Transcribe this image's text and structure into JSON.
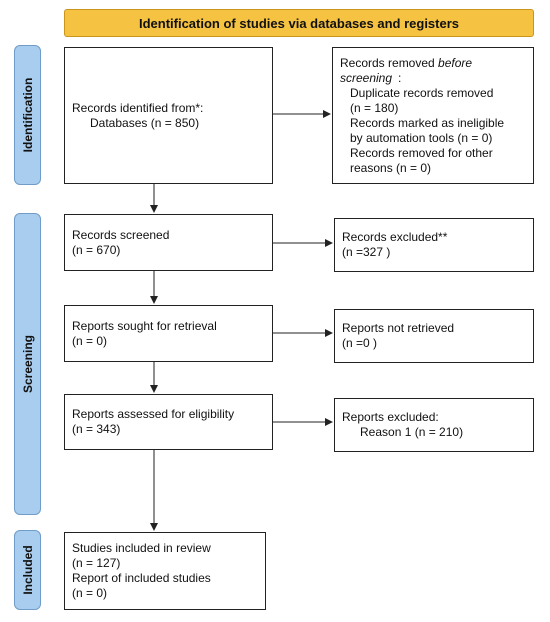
{
  "header": {
    "title": "Identification of studies via databases and registers"
  },
  "phases": {
    "identification": "Identification",
    "screening": "Screening",
    "included": "Included"
  },
  "boxes": {
    "records_identified": {
      "line1": "Records identified from*:",
      "line2": "Databases (n = 850)"
    },
    "records_removed": {
      "title_a": "Records removed ",
      "title_b": "before screening",
      "title_c": ":",
      "items": [
        "Duplicate records removed",
        "(n = 180)",
        "Records marked as ineligible",
        "by automation tools (n = 0)",
        "Records removed for other",
        "reasons (n = 0)"
      ]
    },
    "records_screened": {
      "line1": "Records screened",
      "line2": "(n = 670)"
    },
    "records_excluded": {
      "line1": "Records excluded**",
      "line2": "(n =327 )"
    },
    "reports_sought": {
      "line1": "Reports sought for retrieval",
      "line2": "(n = 0)"
    },
    "reports_not_retrieved": {
      "line1": "Reports not retrieved",
      "line2": "(n =0 )"
    },
    "reports_assessed": {
      "line1": "Reports assessed for eligibility",
      "line2": "(n = 343)"
    },
    "reports_excluded": {
      "line1": "Reports excluded:",
      "line2": "Reason 1 (n = 210)"
    },
    "studies_included": {
      "line1": "Studies included in review",
      "line2": "(n = 127)",
      "line3": "Report of included studies",
      "line4": "(n = 0)"
    }
  },
  "colors": {
    "header": "#f5c242",
    "phase": "#a9cdee",
    "line": "#222222"
  }
}
